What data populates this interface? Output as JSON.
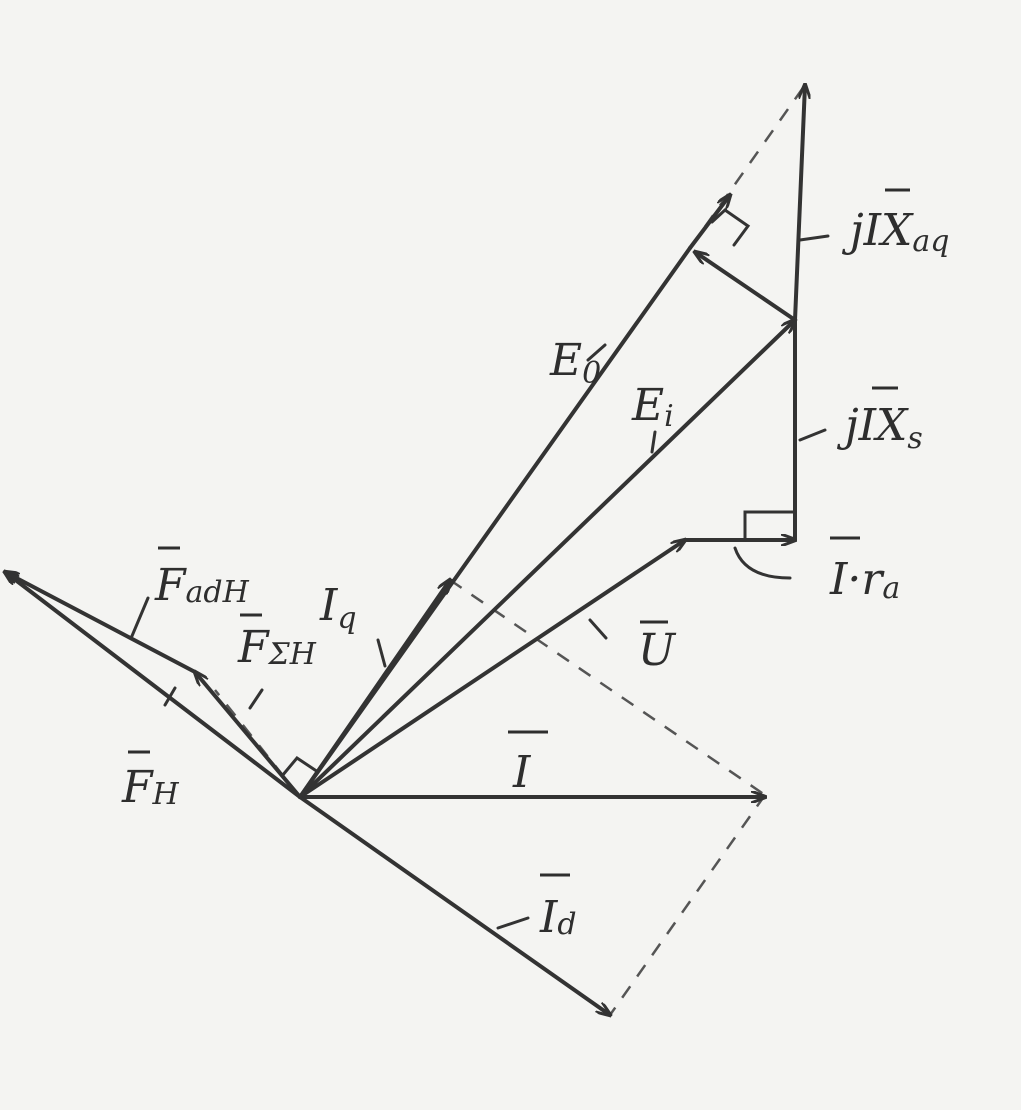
{
  "labels": {
    "U": "U",
    "I": "I",
    "Id": "I",
    "Id_sub": "d",
    "Iq": "I",
    "Iq_sub": "q",
    "E0": "E",
    "E0_sub": "0",
    "Ei": "E",
    "Ei_sub": "i",
    "Ira": "I·r",
    "Ira_sub": "a",
    "jIXs": "jIX",
    "jIXs_sub": "s",
    "jIXaq": "jIX",
    "jIXaq_sub": "aq",
    "FH": "F",
    "FH_sub": "H",
    "FadH": "F",
    "FadH_sub": "adH",
    "FsH": "F",
    "FsH_sub": "ΣH"
  }
}
